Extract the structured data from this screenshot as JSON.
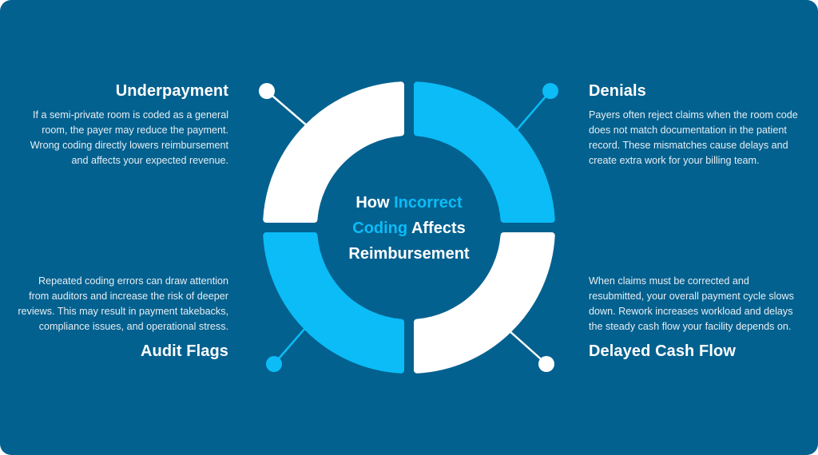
{
  "colors": {
    "background": "#03618f",
    "accent": "#0bbcf7",
    "white": "#ffffff"
  },
  "center_title": {
    "part1": "How ",
    "part2_accent": "Incorrect",
    "part3_accent": "Coding",
    "part4": " Affects",
    "part5": "Reimbursement"
  },
  "segments": [
    {
      "id": "underpayment",
      "quadrant": "top-left",
      "color": "white"
    },
    {
      "id": "denials",
      "quadrant": "top-right",
      "color": "accent"
    },
    {
      "id": "audit-flags",
      "quadrant": "bottom-left",
      "color": "accent"
    },
    {
      "id": "delayed-cash-flow",
      "quadrant": "bottom-right",
      "color": "white"
    }
  ],
  "blocks": {
    "underpayment": {
      "title": "Underpayment",
      "text": "If a semi-private room is coded as a general room, the payer may reduce the payment. Wrong coding directly lowers reimbursement and affects your expected revenue."
    },
    "denials": {
      "title": "Denials",
      "text": "Payers often reject claims when the room code does not match documentation in the patient record. These mismatches cause delays and create extra work for your billing team."
    },
    "audit_flags": {
      "title": "Audit Flags",
      "text": "Repeated coding errors can draw attention from auditors and increase the risk of deeper reviews. This may result in payment takebacks, compliance issues, and operational stress."
    },
    "delayed_cash_flow": {
      "title": "Delayed Cash Flow",
      "text": "When claims must be corrected and resubmitted, your overall payment cycle slows down. Rework increases workload and delays the steady cash flow your facility depends on."
    }
  }
}
